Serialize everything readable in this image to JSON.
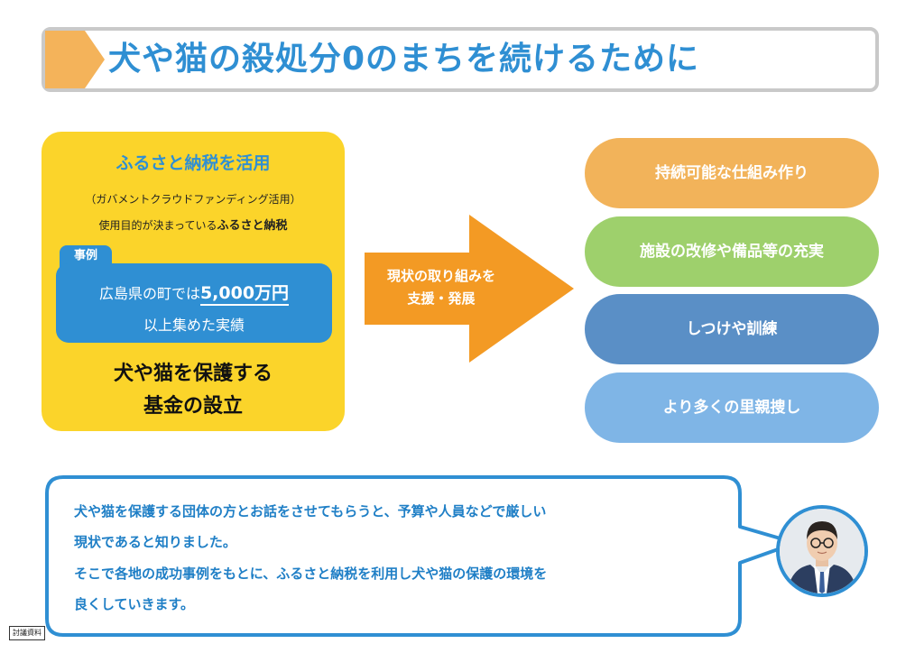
{
  "title": "犬や猫の殺処分0のまちを続けるために",
  "left_panel": {
    "heading": "ふるさと納税を活用",
    "sub_note": "（ガバメントクラウドファンディング活用）",
    "purpose_prefix": "使用目的が決まっている",
    "purpose_bold": "ふるさと納税",
    "case_label": "事例",
    "case_line1_prefix": "広島県の町では",
    "case_amount": "5,000万円",
    "case_line2": "以上集めた実績",
    "result_line1": "犬や猫を保護する",
    "result_line2": "基金の設立"
  },
  "arrow": {
    "line1": "現状の取り組みを",
    "line2": "支援・発展"
  },
  "goals": [
    {
      "label": "持続可能な仕組み作り",
      "color": "#f2b35a"
    },
    {
      "label": "施設の改修や備品等の充実",
      "color": "#9ed06c"
    },
    {
      "label": "しつけや訓練",
      "color": "#5a8fc6"
    },
    {
      "label": "より多くの里親捜し",
      "color": "#7fb5e6"
    }
  ],
  "speech": {
    "line1": "犬や猫を保護する団体の方とお話をさせてもらうと、予算や人員などで厳しい",
    "line2": "現状であると知りました。",
    "line3": "そこで各地の成功事例をもとに、ふるさと納税を利用し犬や猫の保護の環境を",
    "line4": "良くしていきます。"
  },
  "footer_tag": "討議資料",
  "colors": {
    "accent_blue": "#2f8fd3",
    "panel_yellow": "#fbd42a",
    "arrow_orange": "#f39a24"
  }
}
